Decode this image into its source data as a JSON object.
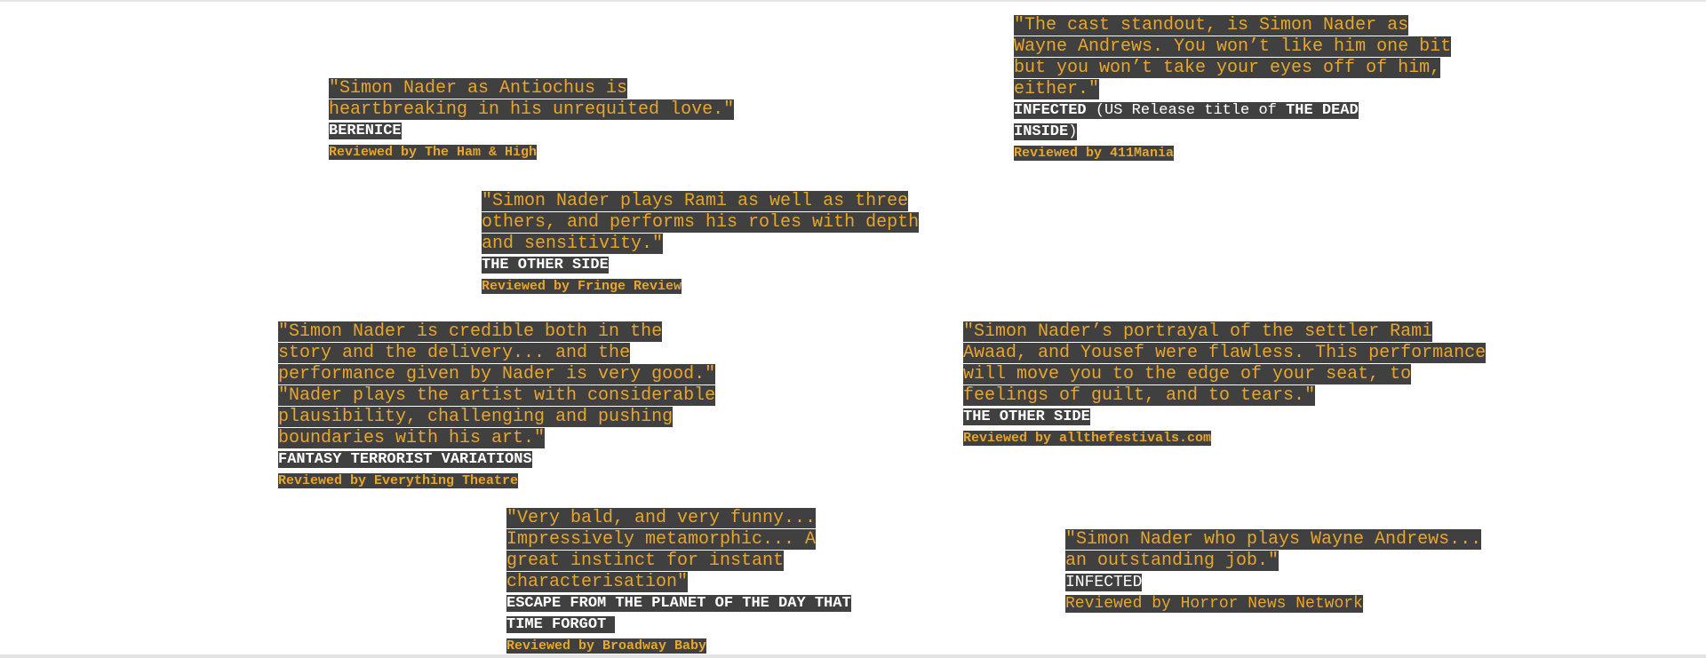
{
  "reviews": {
    "berenice": {
      "quote_lines": [
        "\"Simon Nader as Antiochus is",
        "heartbreaking in his unrequited love.\""
      ],
      "title": "BERENICE",
      "reviewer": "Reviewed by The Ham & High"
    },
    "infected_411": {
      "quote_lines": [
        "\"The cast standout, is Simon Nader as",
        "Wayne Andrews. You won’t like him one bit",
        "but you won’t take your eyes off of him,",
        "either.\""
      ],
      "title_a": "INFECTED",
      "title_b": " (US Release title of ",
      "title_c": "THE DEAD",
      "title_d": "INSIDE",
      "title_e": ")",
      "reviewer": "Reviewed by 411Mania"
    },
    "other_side_fringe": {
      "quote_lines": [
        "\"Simon Nader plays Rami as well as three",
        "others, and performs his roles with depth",
        "and sensitivity.\""
      ],
      "title": "THE OTHER SIDE",
      "reviewer": "Reviewed by Fringe Review"
    },
    "fantasy": {
      "quote_lines": [
        "\"Simon Nader is credible both in the",
        "story and the delivery... and the",
        "performance given by Nader is very good.\"",
        "\"Nader plays the artist with considerable",
        "plausibility, challenging and pushing",
        "boundaries with his art.\""
      ],
      "title": "FANTASY TERRORIST VARIATIONS",
      "reviewer": "Reviewed by Everything Theatre"
    },
    "other_side_festivals": {
      "quote_lines": [
        "\"Simon Nader’s portrayal of the settler Rami",
        "Awaad, and Yousef were flawless. This performance",
        "will move you to the edge of your seat, to",
        "feelings of guilt, and to tears.\""
      ],
      "title": "THE OTHER SIDE",
      "reviewer": "Reviewed by allthefestivals.com"
    },
    "escape": {
      "quote_lines": [
        "\"Very bald, and very funny...",
        "Impressively metamorphic... A",
        "great instinct for instant",
        "characterisation\""
      ],
      "title_lines": [
        "ESCAPE FROM THE PLANET OF THE DAY THAT",
        "TIME FORGOT "
      ],
      "reviewer": "Reviewed by Broadway Baby"
    },
    "infected_horror": {
      "quote_lines": [
        "\"Simon Nader who plays Wayne Andrews...",
        "an outstanding job.\""
      ],
      "title": "INFECTED",
      "reviewer": "Reviewed by Horror News Network"
    }
  },
  "colors": {
    "accent": "#e8a62a",
    "highlight_bg": "#404040",
    "title": "#ffffff",
    "page_bg": "#ffffff"
  }
}
